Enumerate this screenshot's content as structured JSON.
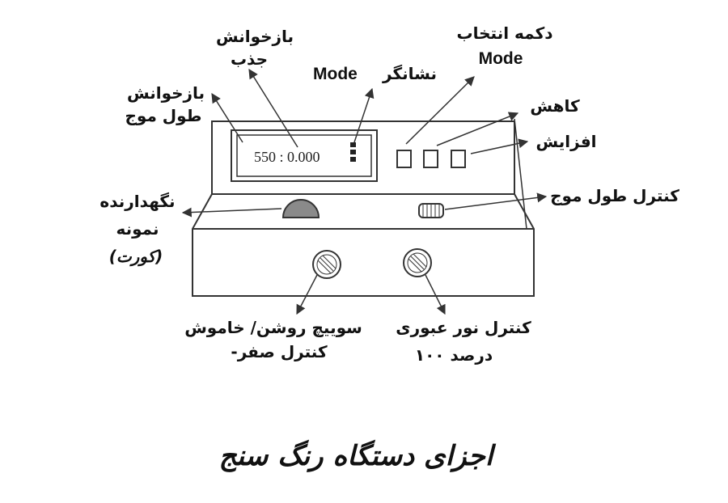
{
  "display_reading": "550 : 0.000",
  "labels": {
    "absorbance_readout_line1": "بازخوانش",
    "absorbance_readout_line2": "جذب",
    "wavelength_readout_line1": "بازخوانش",
    "wavelength_readout_line2": "طول موج",
    "mode_indicator_text": "نشانگر",
    "mode_indicator_latin": "Mode",
    "mode_button_line1": "دکمه انتخاب",
    "mode_button_line2": "Mode",
    "decrease": "کاهش",
    "increase": "افزایش",
    "wavelength_control": "کنترل طول موج",
    "sample_holder_line1": "نگهدارنده",
    "sample_holder_line2": "نمونه",
    "sample_holder_line3": "(کورت)",
    "power_switch_line1": "سوییچ روشن/ خاموش",
    "power_switch_line2": "-کنترل صفر",
    "transmittance_control_line1": "کنترل نور عبوری",
    "transmittance_control_line2": "۱۰۰ درصد"
  },
  "title": "اجزای دستگاه رنگ سنج",
  "colors": {
    "outline": "#333333",
    "knob_fill": "#ffffff",
    "sample_holder_fill": "#8a8a8a",
    "arrow": "#333333"
  }
}
